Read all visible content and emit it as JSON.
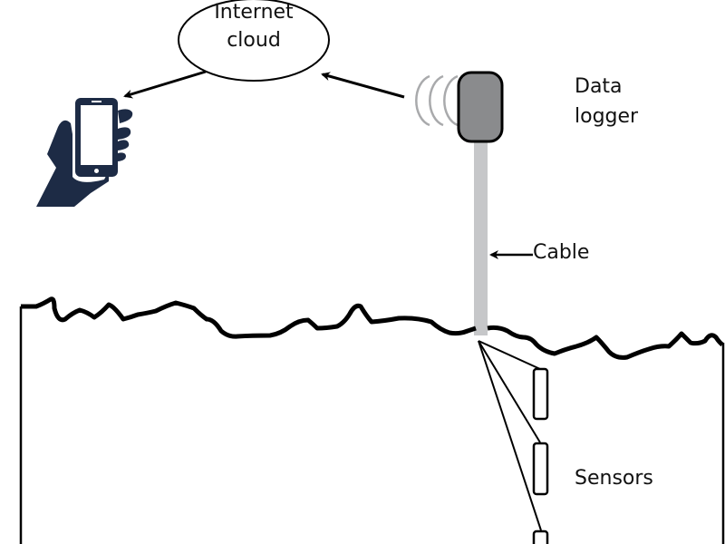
{
  "diagram": {
    "title": "IoT soil sensor monitoring system",
    "nodes": {
      "cloud": {
        "line1": "Internet",
        "line2": "cloud"
      },
      "data_logger": {
        "line1": "Data",
        "line2": "logger"
      },
      "cable": {
        "label": "Cable"
      },
      "sensors": {
        "label": "Sensors",
        "count": 3
      },
      "smartphone": {
        "label": ""
      }
    },
    "edges": [
      {
        "from": "data_logger",
        "to": "cloud",
        "type": "wireless"
      },
      {
        "from": "cloud",
        "to": "smartphone",
        "type": "data"
      },
      {
        "from": "data_logger",
        "to": "sensors",
        "type": "cable"
      }
    ],
    "colors": {
      "logger_fill": "#8a8b8d",
      "cable_fill": "#c6c7c9",
      "signal_arc": "#a9aaac",
      "phone_icon": "#1d2b45",
      "stroke": "#000000"
    }
  }
}
